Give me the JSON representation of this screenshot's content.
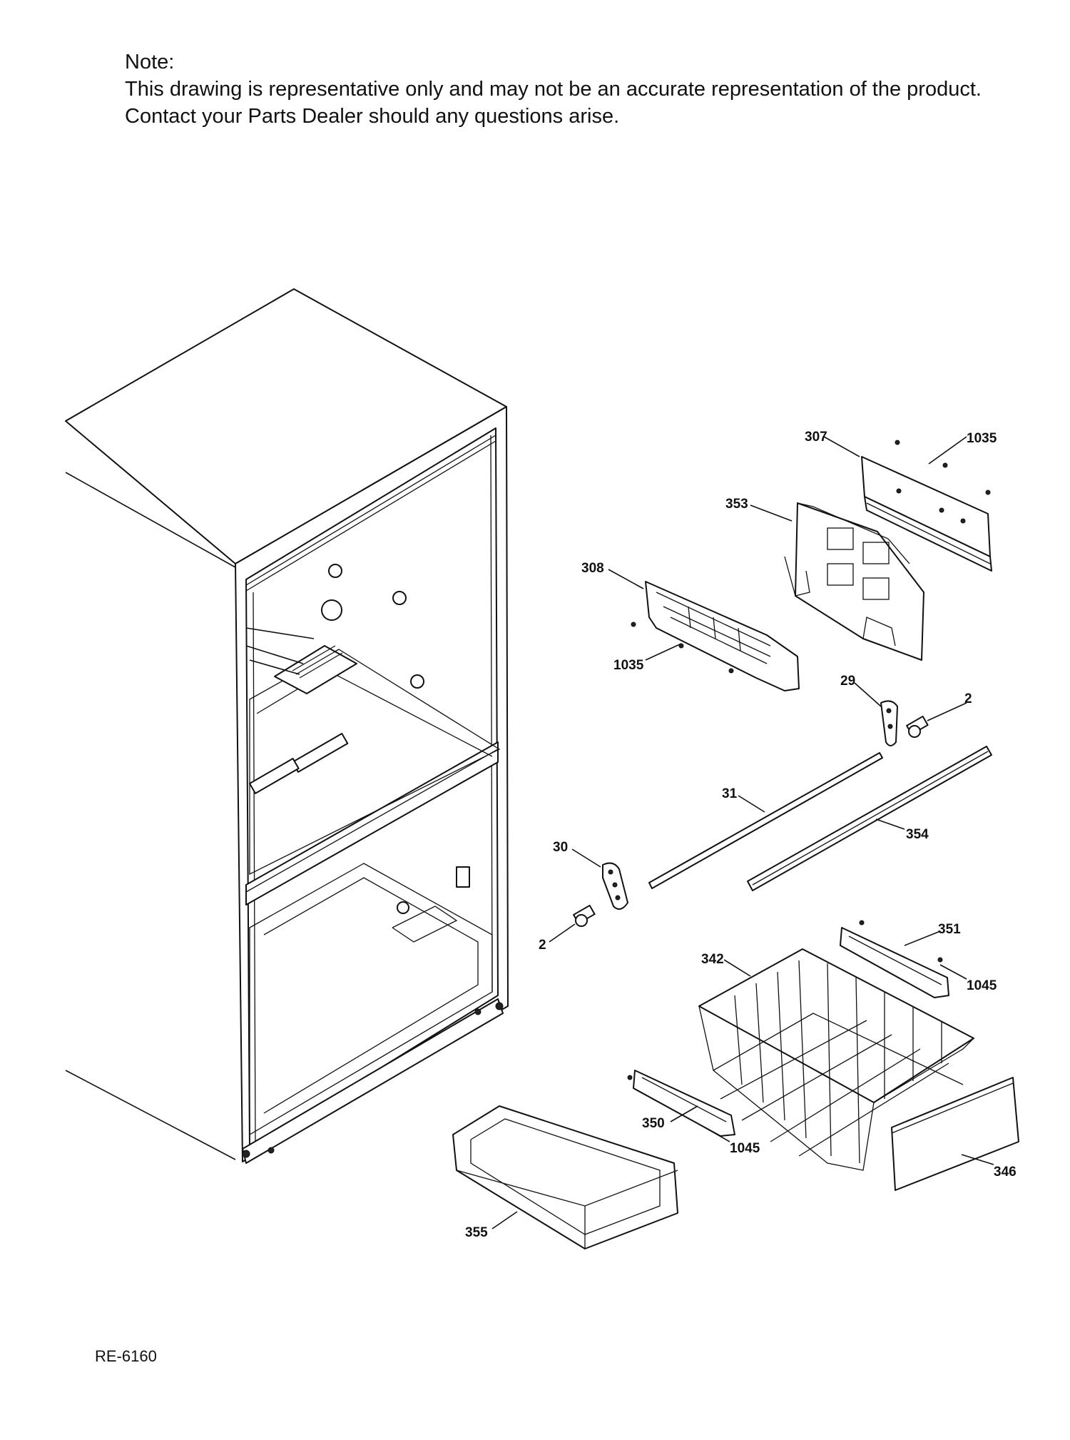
{
  "note": {
    "heading": "Note:",
    "line1": "This drawing is representative only and may not be an accurate representation of the product.",
    "line2": "Contact your Parts Dealer should any questions arise."
  },
  "doc_id": "RE-6160",
  "callouts": {
    "c307": "307",
    "c1035_top": "1035",
    "c353": "353",
    "c308": "308",
    "c1035_mid": "1035",
    "c29": "29",
    "c2_right": "2",
    "c31": "31",
    "c354": "354",
    "c30": "30",
    "c2_left": "2",
    "c351": "351",
    "c342": "342",
    "c1045_right": "1045",
    "c350": "350",
    "c1045_low": "1045",
    "c346": "346",
    "c355": "355"
  }
}
